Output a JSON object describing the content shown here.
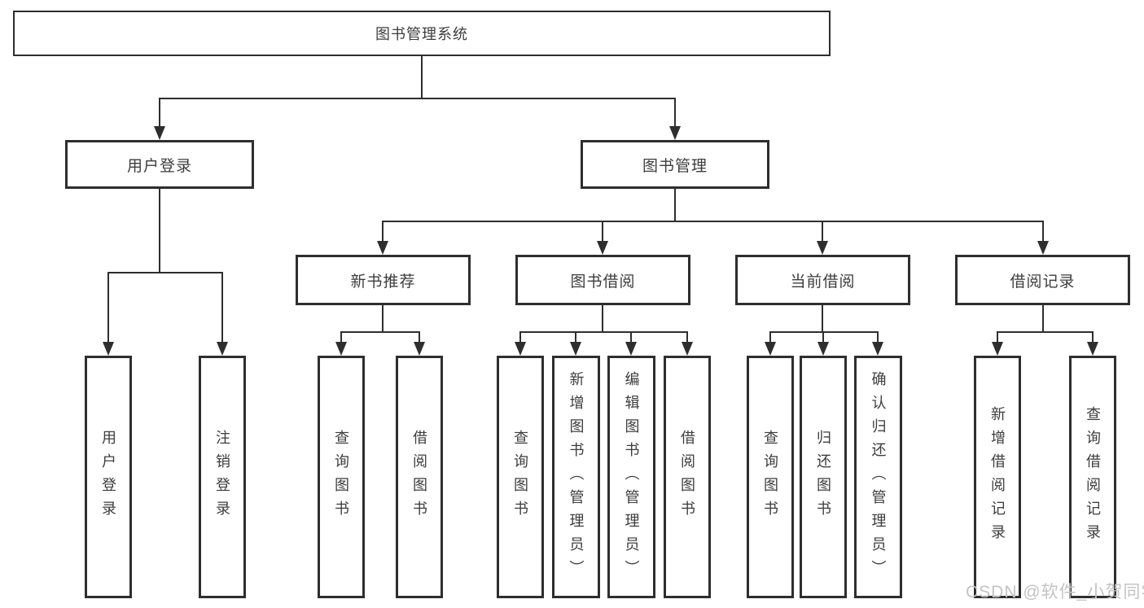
{
  "diagram": {
    "root": {
      "label": "图书管理系统"
    },
    "level1": [
      {
        "label": "用户登录"
      },
      {
        "label": "图书管理"
      }
    ],
    "level2": [
      {
        "label": "新书推荐",
        "parent": "图书管理"
      },
      {
        "label": "图书借阅",
        "parent": "图书管理"
      },
      {
        "label": "当前借阅",
        "parent": "图书管理"
      },
      {
        "label": "借阅记录",
        "parent": "图书管理"
      }
    ],
    "leaves": [
      {
        "label": "用户登录",
        "parent": "用户登录"
      },
      {
        "label": "注销登录",
        "parent": "用户登录"
      },
      {
        "label": "查询图书",
        "parent": "新书推荐"
      },
      {
        "label": "借阅图书",
        "parent": "新书推荐"
      },
      {
        "label": "查询图书",
        "parent": "图书借阅"
      },
      {
        "label": "新增图书（管理员）",
        "parent": "图书借阅"
      },
      {
        "label": "编辑图书（管理员）",
        "parent": "图书借阅"
      },
      {
        "label": "借阅图书",
        "parent": "图书借阅"
      },
      {
        "label": "查询图书",
        "parent": "当前借阅"
      },
      {
        "label": "归还图书",
        "parent": "当前借阅"
      },
      {
        "label": "确认归还（管理员）",
        "parent": "当前借阅"
      },
      {
        "label": "新增借阅记录",
        "parent": "借阅记录"
      },
      {
        "label": "查询借阅记录",
        "parent": "借阅记录"
      }
    ]
  },
  "watermark": {
    "text": "CSDN @软件_小贺同学"
  },
  "colors": {
    "line": "#2e2e2e",
    "text": "#3d3d3d",
    "watermark": "#c3c3c3",
    "background": "#ffffff"
  }
}
